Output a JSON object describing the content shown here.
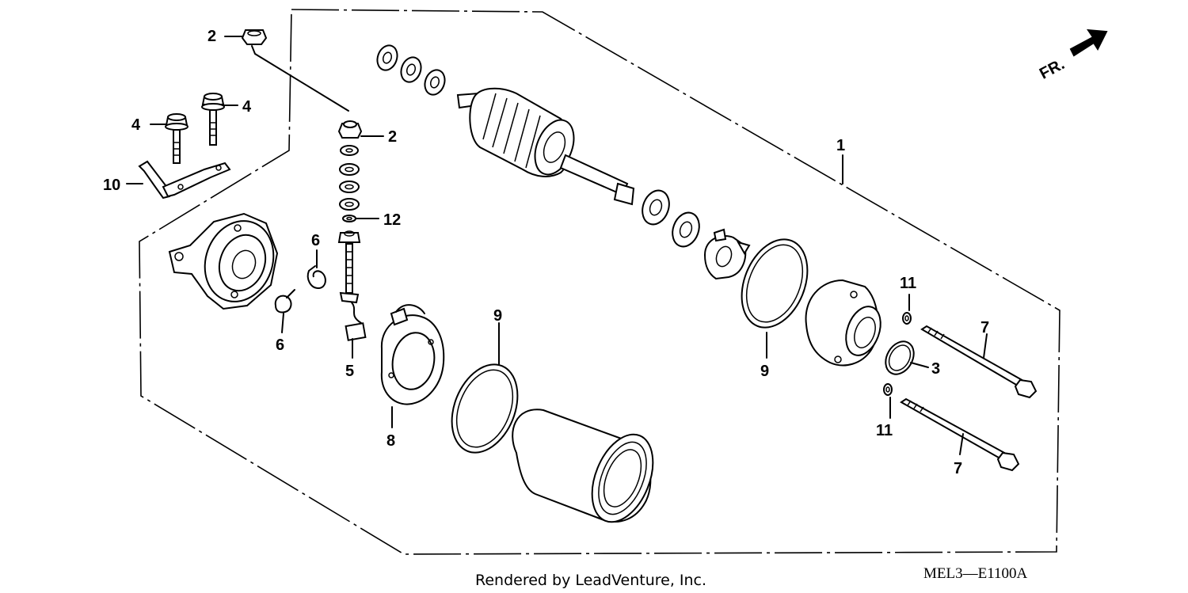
{
  "callouts": [
    {
      "id": "c1",
      "label": "1"
    },
    {
      "id": "c2a",
      "label": "2"
    },
    {
      "id": "c2b",
      "label": "2"
    },
    {
      "id": "c3",
      "label": "3"
    },
    {
      "id": "c4a",
      "label": "4"
    },
    {
      "id": "c4b",
      "label": "4"
    },
    {
      "id": "c5",
      "label": "5"
    },
    {
      "id": "c6a",
      "label": "6"
    },
    {
      "id": "c6b",
      "label": "6"
    },
    {
      "id": "c7a",
      "label": "7"
    },
    {
      "id": "c7b",
      "label": "7"
    },
    {
      "id": "c8",
      "label": "8"
    },
    {
      "id": "c9a",
      "label": "9"
    },
    {
      "id": "c9b",
      "label": "9"
    },
    {
      "id": "c10",
      "label": "10"
    },
    {
      "id": "c11a",
      "label": "11"
    },
    {
      "id": "c11b",
      "label": "11"
    },
    {
      "id": "c12",
      "label": "12"
    }
  ],
  "direction_label": "FR.",
  "footer": {
    "credit": "Rendered by LeadVenture, Inc.",
    "diagram_code": "MEL3—E1100A"
  }
}
